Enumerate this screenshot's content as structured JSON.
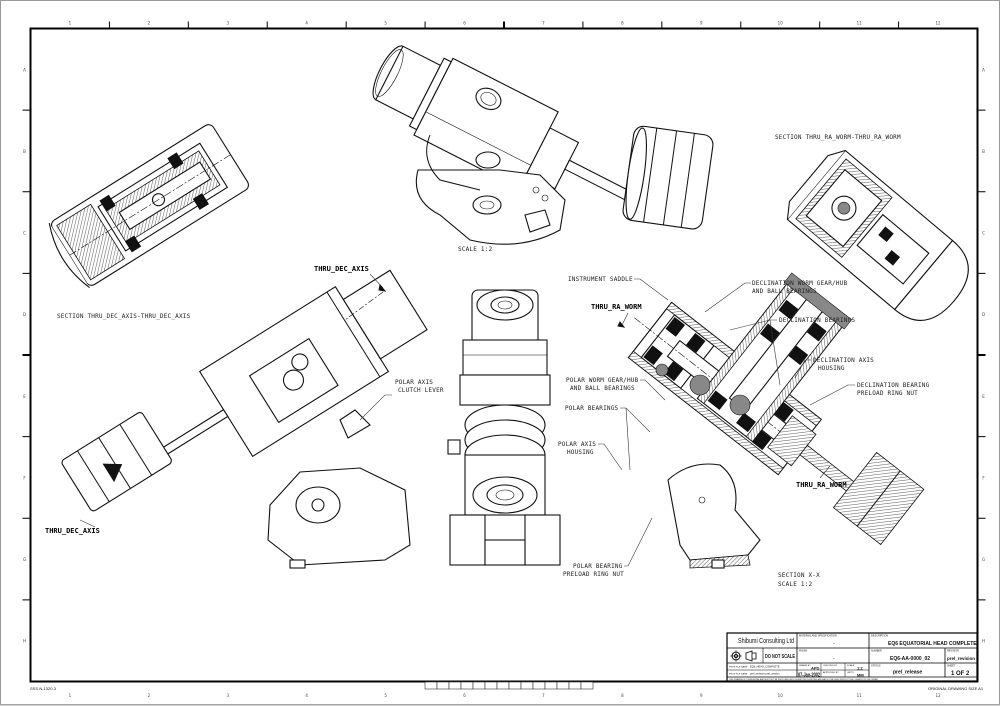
{
  "sheet": {
    "column_labels": [
      "1",
      "2",
      "3",
      "4",
      "5",
      "6",
      "7",
      "8",
      "9",
      "10",
      "11",
      "12"
    ],
    "row_labels": [
      "A",
      "B",
      "C",
      "D",
      "E",
      "F",
      "G",
      "H"
    ],
    "bottom_left_code": "SSS-N-1320-3",
    "original_size_note": "ORIGINAL DRAWING SIZE A1"
  },
  "views": {
    "top_iso_scale": "SCALE  1:2",
    "section_dec_title": "SECTION  THRU_DEC_AXIS-THRU_DEC_AXIS",
    "section_ra_title": "SECTION  THRU_RA_WORM-THRU_RA_WORM",
    "section_xx_title": "SECTION  X-X",
    "section_xx_scale": "SCALE  1:2",
    "cut_thru_dec_axis_top": "THRU_DEC_AXIS",
    "cut_thru_dec_axis_bottom": "THRU_DEC_AXIS",
    "cut_thru_ra_worm_top": "THRU_RA_WORM",
    "cut_thru_ra_worm_bottom": "THRU_RA_WORM"
  },
  "callouts": {
    "polar_axis_clutch_lever": [
      "POLAR AXIS",
      "CLUTCH LEVER"
    ],
    "instrument_saddle": "INSTRUMENT SADDLE",
    "declination_worm_gear": [
      "DECLINATION WORM GEAR/HUB",
      "AND BALL BEARINGS"
    ],
    "declination_bearings": "DECLINATION BEARINGS",
    "declination_axis_housing": [
      "DECLINATION AXIS",
      "HOUSING"
    ],
    "declination_bearing_preload": [
      "DECLINATION BEARING",
      "PRELOAD RING NUT"
    ],
    "polar_worm_gear": [
      "POLAR WORM GEAR/HUB",
      "AND BALL BEARINGS"
    ],
    "polar_bearings": "POLAR BEARINGS",
    "polar_axis_housing": [
      "POLAR AXIS",
      "HOUSING"
    ],
    "polar_bearing_preload": [
      "POLAR BEARING",
      "PRELOAD RING NUT"
    ]
  },
  "title_block": {
    "company": "Shibumi Consulting Ltd",
    "material_label": "MATERIAL AND SPECIFICATION",
    "material_value": "-",
    "finish_label": "FINISH",
    "finish_value": "-",
    "do_not_scale": "DO NOT SCALE",
    "description_label": "DESCRIPTION",
    "description": "EQ6 EQUATORIAL HEAD COMPLETE",
    "number_label": "NUMBER",
    "number": "EQ6-AA-0000_02",
    "revision_label": "REVISION",
    "revision": "prel_revision",
    "status_label": "STATUS",
    "status": "prel_release",
    "sheet_label": "SHEET",
    "sheet": "1 OF 2",
    "drawn_label": "DRAWN BY",
    "drawn_by": "APD",
    "date": "07-Jan-2002",
    "scale_label": "SCALE",
    "scale": "1:2",
    "file_label_1": "PROE FILE NAME",
    "file_value_1": "EQ6_HEAD_COMPLETE",
    "file_label_2": "PROE FILE NAME",
    "file_value_2": "prel_revision prel_version",
    "checked_label": "CHECKED BY",
    "approved_label": "APPROVED BY",
    "units_label": "UNITS",
    "units": "MM",
    "copyright": "THIS DRAWING IS CONFIDENTIAL AND MUST NOT BE DISCLOSED UNTIL PERMITTED IN WRITING AND MAY NOT BE USED WITHOUT THE CONSENT OF THE OWNER"
  }
}
